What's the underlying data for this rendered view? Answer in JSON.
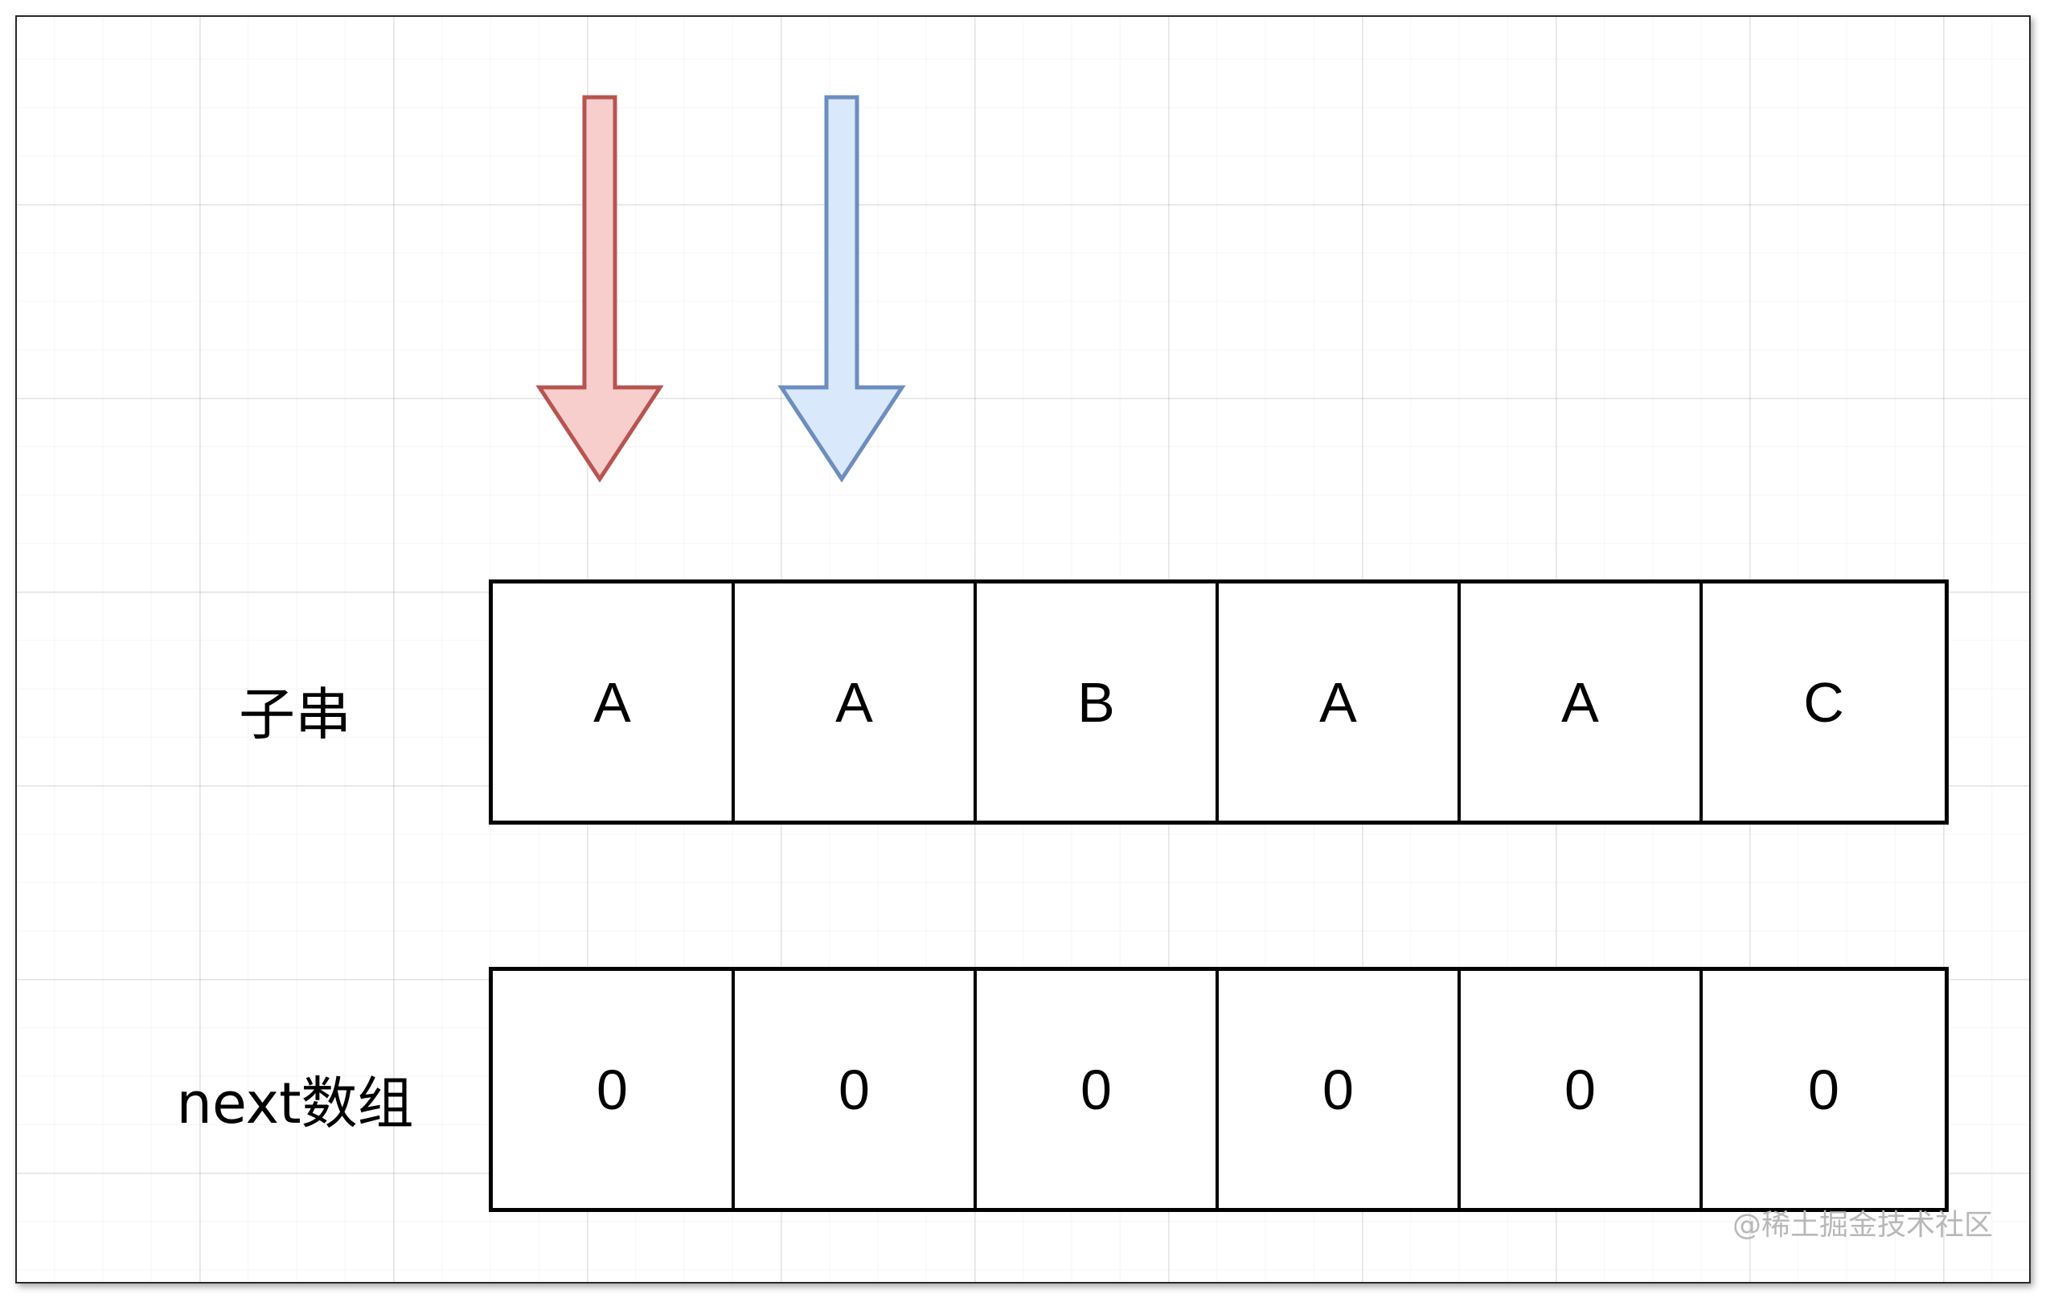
{
  "diagram": {
    "substring": {
      "label": "子串",
      "cells": [
        "A",
        "A",
        "B",
        "A",
        "A",
        "C"
      ]
    },
    "next_array": {
      "label": "next数组",
      "cells": [
        "0",
        "0",
        "0",
        "0",
        "0",
        "0"
      ]
    },
    "pointers": [
      {
        "name": "red-pointer",
        "fill": "#f8cecc",
        "stroke": "#b85450",
        "index": 0
      },
      {
        "name": "blue-pointer",
        "fill": "#dae8fc",
        "stroke": "#6c8ebf",
        "index": 1
      }
    ]
  },
  "watermark": "@稀土掘金技术社区"
}
